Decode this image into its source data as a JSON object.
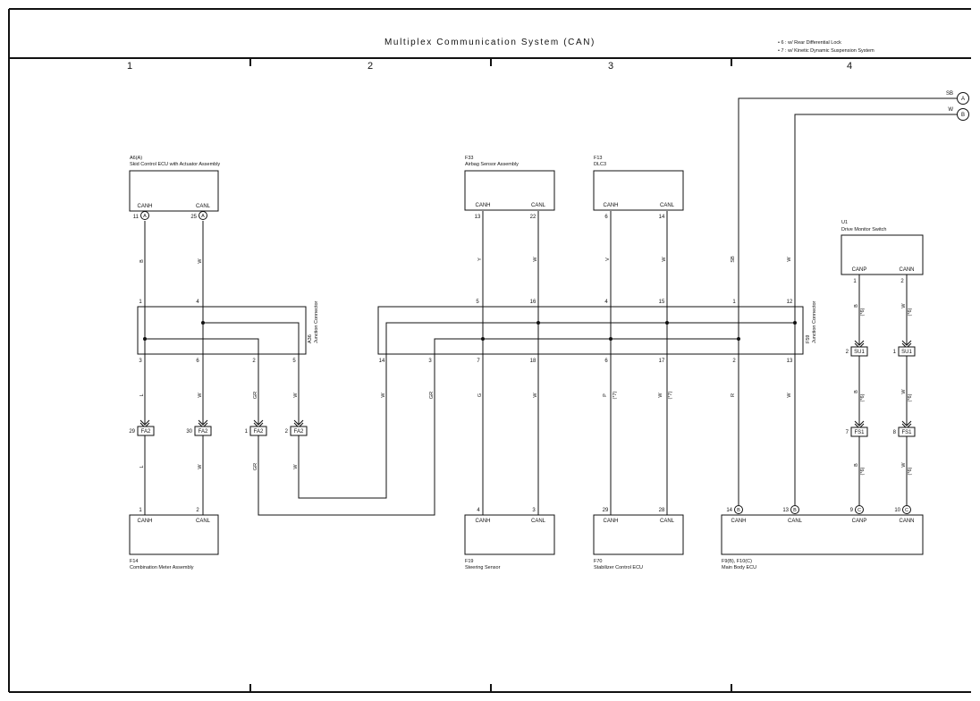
{
  "title": "Multiplex Communication System (CAN)",
  "notes": [
    "• 6 : w/ Rear Differential Lock",
    "• 7 : w/ Kinetic Dynamic Suspension System"
  ],
  "columns": [
    "1",
    "2",
    "3",
    "4"
  ],
  "components": {
    "a6": {
      "code": "A6(A)",
      "name": "Skid Control ECU with Actuator Assembly",
      "pin1": "CANH",
      "pin2": "CANL",
      "pinno1": "11",
      "pinno2": "25",
      "conn1": "A",
      "conn2": "A"
    },
    "f33": {
      "code": "F33",
      "name": "Airbag Sensor Assembly",
      "pin1": "CANH",
      "pin2": "CANL",
      "pinno1": "13",
      "pinno2": "22"
    },
    "f13": {
      "code": "F13",
      "name": "DLC3",
      "pin1": "CANH",
      "pin2": "CANL",
      "pinno1": "6",
      "pinno2": "14"
    },
    "u1": {
      "code": "U1",
      "name": "Drive Monitor Switch",
      "pin1": "CANP",
      "pin2": "CANN",
      "pinno1": "1",
      "pinno2": "2"
    },
    "f14": {
      "code": "F14",
      "name": "Combination Meter Assembly",
      "pin1": "CANH",
      "pin2": "CANL",
      "pinno1": "1",
      "pinno2": "2"
    },
    "f19": {
      "code": "F19",
      "name": "Steering Sensor",
      "pin1": "CANH",
      "pin2": "CANL",
      "pinno1": "4",
      "pinno2": "3"
    },
    "f70": {
      "code": "F70",
      "name": "Stabilizer Control ECU",
      "pin1": "CANH",
      "pin2": "CANL",
      "pinno1": "29",
      "pinno2": "28"
    },
    "f9": {
      "code": "F9(B), F10(C)",
      "name": "Main Body ECU",
      "pins": [
        "CANH",
        "CANL",
        "CANP",
        "CANN"
      ],
      "pinnos": [
        "14",
        "13",
        "9",
        "10"
      ],
      "conns": [
        "B",
        "B",
        "C",
        "C"
      ]
    },
    "a36": {
      "code": "A36",
      "name": "Junction Connector",
      "top_pins": [
        "1",
        "4"
      ],
      "bottom_pins": [
        "3",
        "6",
        "2",
        "5"
      ]
    },
    "f59": {
      "code": "F59",
      "name": "Junction Connector",
      "top_pins": [
        "5",
        "16",
        "4",
        "15",
        "1",
        "12"
      ],
      "bottom_pins": [
        "14",
        "3",
        "7",
        "18",
        "6",
        "17",
        "2",
        "13"
      ]
    }
  },
  "offpage": [
    {
      "wire": "SB",
      "ref": "A"
    },
    {
      "wire": "W",
      "ref": "B"
    }
  ],
  "connectors": {
    "fa2": {
      "name": "FA2",
      "pins": [
        "29",
        "30",
        "1",
        "2"
      ]
    },
    "su1": {
      "name": "SU1",
      "pins": [
        "2",
        "1"
      ]
    },
    "fs1": {
      "name": "FS1",
      "pins": [
        "7",
        "8"
      ]
    }
  },
  "wire_colors": {
    "upper": [
      "B",
      "W",
      "Y",
      "W",
      "V",
      "W",
      "SB",
      "W"
    ],
    "lower": [
      "L",
      "W",
      "GR",
      "W",
      "W",
      "GR",
      "G",
      "W",
      "P",
      "W",
      "R",
      "W"
    ],
    "fa2_lower": [
      "L",
      "W",
      "GR",
      "W"
    ],
    "u1_upper": [
      "B",
      "W"
    ],
    "u1_mid": [
      "B",
      "W"
    ],
    "u1_lower": [
      "B",
      "W"
    ]
  },
  "variant_marks": {
    "six": "(*6)",
    "seven": "(*7)"
  }
}
